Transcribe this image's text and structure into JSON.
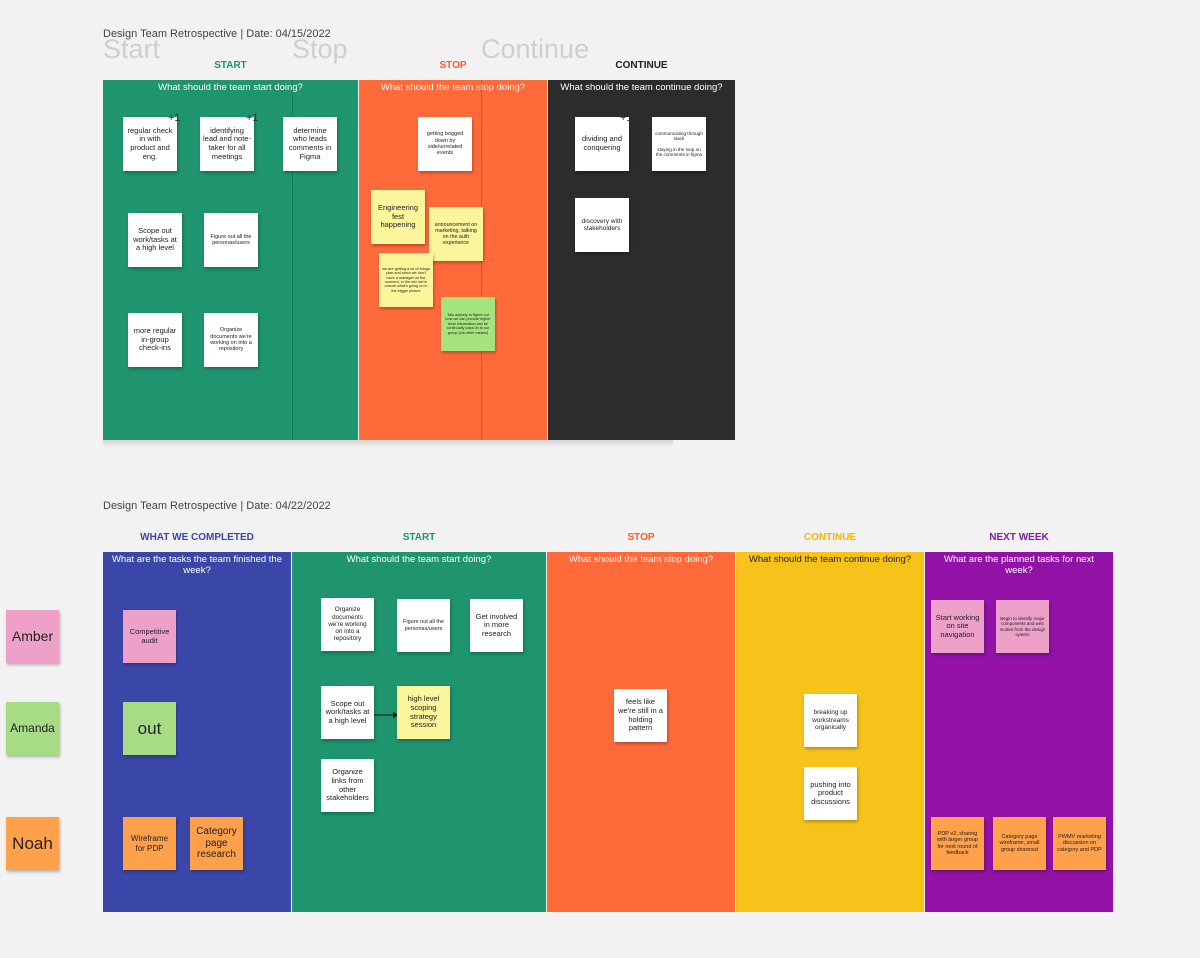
{
  "colors": {
    "start": "#1e946f",
    "stop": "#ff6a3b",
    "continue_dark": "#2c2c2c",
    "completed": "#3b47a8",
    "continue_yellow": "#f7c21a",
    "next_week": "#9212a8",
    "start_text": "#1e946f",
    "stop_text": "#ff5a2a",
    "completed_text": "#3b47a8",
    "continue_text_yellow": "#f2b900",
    "next_text": "#7d1fa8"
  },
  "board1": {
    "title": "Design Team Retrospective | Date: 04/15/2022",
    "ghost_labels": [
      "Start",
      "Stop",
      "Continue"
    ],
    "columns": [
      {
        "header": "START",
        "question": "What should the team start doing?"
      },
      {
        "header": "STOP",
        "question": "What should the team stop doing?"
      },
      {
        "header": "CONTINUE",
        "question": "What should the team continue doing?"
      }
    ],
    "votes": [
      "+1",
      "+1",
      "+1"
    ],
    "start_notes": [
      "regular check in with product and eng.",
      "identifying lead and note-taker for all meetings",
      "determine who leads comments in Figma",
      "Scope out work/tasks at a high level",
      "Figure out all the personas/users",
      "more regular in-group check-ins",
      "Organize documents we're working on into a repository"
    ],
    "stop_notes": [
      "getting bogged down by side/unrelated events",
      "Engineering fest happening",
      "announcement on marketing, talking on the auth experience",
      "we are getting a lot of things plan and since we don't have a manager on the moment, in the mix we're unsure what's going on in the bigger picture",
      "Talk actively to figure out how we can provide higher level information can be continually pass on to our group (via other means)"
    ],
    "continue_notes": [
      "dividing and conquering",
      "communicating through slack\n\nstaying in the loop on the comments in figma",
      "discovery with stakeholders"
    ]
  },
  "board2": {
    "title": "Design Team Retrospective | Date: 04/22/2022",
    "columns": [
      {
        "header": "WHAT WE COMPLETED",
        "question": "What are the tasks the team finished the week?"
      },
      {
        "header": "START",
        "question": "What should the team start doing?"
      },
      {
        "header": "STOP",
        "question": "What should the team stop doing?"
      },
      {
        "header": "CONTINUE",
        "question": "What should the team continue doing?"
      },
      {
        "header": "NEXT WEEK",
        "question": "What are the planned tasks for next week?"
      }
    ],
    "people": [
      "Amber",
      "Amanda",
      "Noah"
    ],
    "completed_notes": [
      "Competitive audit",
      "out",
      "Wireframe for PDP",
      "Category page research"
    ],
    "start_notes": [
      "Organize documents we're working on into a repository",
      "Figure out all the personas/users",
      "Get involved in more research",
      "Scope out work/tasks at a high level",
      "high level scoping strategy session",
      "Organize links from other stakeholders"
    ],
    "stop_notes": [
      "feels like we're still in a holding pattern"
    ],
    "continue_notes": [
      "breaking up workstreams organically",
      "pushing into product discussions"
    ],
    "next_notes": [
      "Start working on site navigation",
      "Begin to identify major components and web modes from the design system",
      "PDP v2, sharing with larger group for next round of feedback",
      "Category page wireframe, small group shareout",
      "PWMV marketing discussion on category and PDP"
    ]
  }
}
